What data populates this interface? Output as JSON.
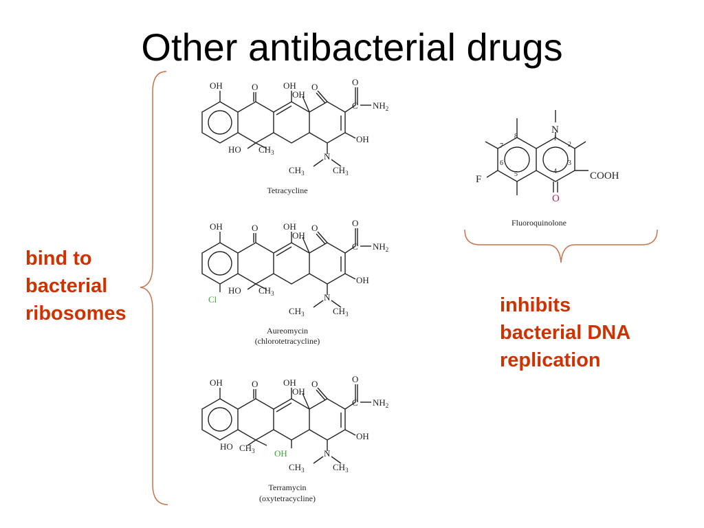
{
  "slide": {
    "title": "Other antibacterial drugs",
    "accent_color": "#cc3300",
    "bracket_color": "#c8734a",
    "highlight_green": "#3aaa35",
    "highlight_magenta": "#b01870"
  },
  "left_note": {
    "lines": [
      "bind to",
      "bacterial",
      "ribosomes"
    ]
  },
  "right_note": {
    "lines": [
      "inhibits",
      "bacterial DNA",
      "replication"
    ]
  },
  "structures": {
    "tetracycline": {
      "name": "Tetracycline",
      "labels": {
        "oh1": "OH",
        "o1": "O",
        "oh2": "OH",
        "oh3": "OH",
        "o2": "O",
        "o3": "O",
        "c": "C",
        "nh2": "NH",
        "nh2_sub": "2",
        "oh4": "OH",
        "ho": "HO",
        "ch3a": "CH",
        "ch3a_sub": "3",
        "n": "N",
        "ch3b": "CH",
        "ch3b_sub": "3",
        "ch3c": "CH",
        "ch3c_sub": "3"
      }
    },
    "aureomycin": {
      "name": "Aureomycin",
      "subname": "(chlorotetracycline)",
      "labels": {
        "oh1": "OH",
        "o1": "O",
        "oh2": "OH",
        "oh3": "OH",
        "o2": "O",
        "o3": "O",
        "c": "C",
        "nh2": "NH",
        "nh2_sub": "2",
        "oh4": "OH",
        "ho": "HO",
        "ch3a": "CH",
        "ch3a_sub": "3",
        "cl": "Cl",
        "n": "N",
        "ch3b": "CH",
        "ch3b_sub": "3",
        "ch3c": "CH",
        "ch3c_sub": "3"
      }
    },
    "terramycin": {
      "name": "Terramycin",
      "subname": "(oxytetracycline)",
      "labels": {
        "oh1": "OH",
        "o1": "O",
        "oh2": "OH",
        "oh3": "OH",
        "o2": "O",
        "o3": "O",
        "c": "C",
        "nh2": "NH",
        "nh2_sub": "2",
        "oh4": "OH",
        "ho": "HO",
        "ch3a": "CH",
        "ch3a_sub": "3",
        "oh_green": "OH",
        "n": "N",
        "ch3b": "CH",
        "ch3b_sub": "3",
        "ch3c": "CH",
        "ch3c_sub": "3"
      }
    },
    "fluoroquinolone": {
      "name": "Fluoroquinolone",
      "labels": {
        "n": "N",
        "f": "F",
        "cooh": "COOH",
        "o": "O",
        "pos1": "1",
        "pos2": "2",
        "pos3": "3",
        "pos4": "4",
        "pos5": "5",
        "pos6": "6",
        "pos7": "7",
        "pos8": "8"
      }
    }
  }
}
